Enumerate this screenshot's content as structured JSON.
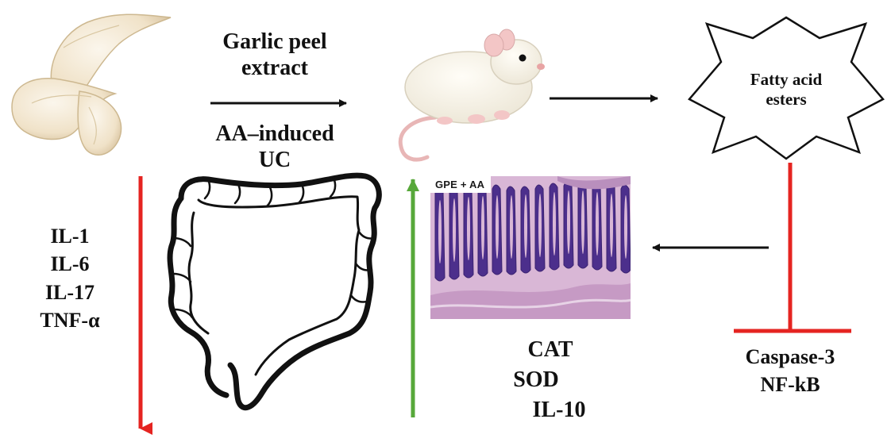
{
  "treatment": {
    "line1": "Garlic peel",
    "line2": "extract",
    "model_line1": "AA–induced",
    "model_line2": "UC"
  },
  "mechanism": {
    "line1": "Fatty acid",
    "line2": "esters"
  },
  "cytokines_decreased": [
    "IL-1",
    "IL-6",
    "IL-17",
    "TNF-α"
  ],
  "antioxidants_increased": [
    "CAT",
    "SOD",
    "IL-10"
  ],
  "inhibited_markers": [
    "Caspase-3",
    "NF-kB"
  ],
  "histology": {
    "label": "GPE + AA"
  },
  "colors": {
    "decrease_arrow": "#e52421",
    "increase_arrow": "#57a83a",
    "inhibition": "#e52421",
    "flow_arrow": "#111111",
    "tissue_pink": "#d9b7d6",
    "tissue_purple": "#4c2f8c"
  }
}
